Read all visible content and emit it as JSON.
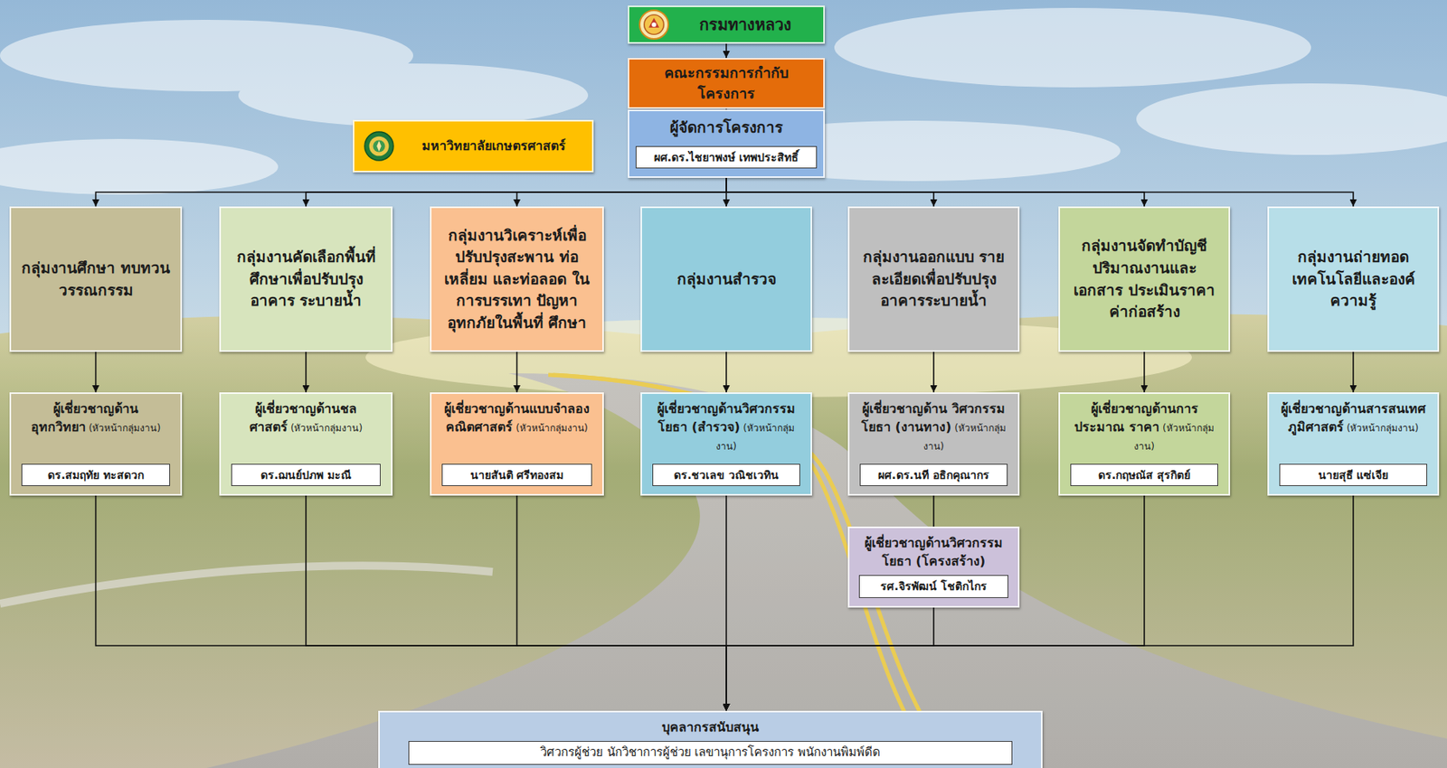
{
  "diagram": {
    "nodes": [
      {
        "text": [
          "กรมทางหลวง"
        ]
      },
      {
        "text": [
          "คณะกรรมการกำกับโครงการ"
        ]
      },
      {
        "text": [
          "ผู้จัดการโครงการ"
        ]
      },
      {
        "text": [
          "ผศ.ดร.ไชยาพงษ์ เทพประสิทธิ์"
        ],
        "in": 2
      },
      {
        "text": [
          "มหาวิทยาลัยเกษตรศาสตร์"
        ]
      },
      {
        "text": [
          "กลุ่มงานศึกษา ทบทวน วรรณกรรม"
        ]
      },
      {
        "text": [
          "กลุ่มงานคัดเลือกพื้นที่ ศึกษาเพื่อปรับปรุงอาคาร ระบายน้ำ"
        ]
      },
      {
        "text": [
          "กลุ่มงานวิเคราะห์เพื่อ ปรับปรุงสะพาน ท่อเหลี่ยม และท่อลอด ในการบรรเทา ปัญหาอุทกภัยในพื้นที่ ศึกษา"
        ]
      },
      {
        "text": [
          "กลุ่มงานสำรวจ"
        ]
      },
      {
        "text": [
          "กลุ่มงานออกแบบ รายละเอียดเพื่อปรับปรุง อาคารระบายน้ำ"
        ]
      },
      {
        "text": [
          "กลุ่มงานจัดทำบัญชี ปริมาณงานและเอกสาร ประเมินราคาค่าก่อสร้าง"
        ]
      },
      {
        "text": [
          "กลุ่มงานถ่ายทอด เทคโนโลยีและองค์ความรู้"
        ]
      },
      {
        "text": [
          "ผู้เชี่ยวชาญด้านอุทกวิทยา",
          "(หัวหน้ากลุ่มงาน)"
        ]
      },
      {
        "text": [
          "ดร.สมฤทัย ทะสดวก"
        ],
        "in": 12
      },
      {
        "text": [
          "ผู้เชี่ยวชาญด้านชลศาสตร์",
          "(หัวหน้ากลุ่มงาน)"
        ]
      },
      {
        "text": [
          "ดร.ฌนย์ปภพ มะณี"
        ],
        "in": 14
      },
      {
        "text": [
          "ผู้เชี่ยวชาญด้านแบบจำลอง คณิตศาสตร์",
          "(หัวหน้ากลุ่มงาน)"
        ]
      },
      {
        "text": [
          "นายสันติ ศรีทองสม"
        ],
        "in": 16
      },
      {
        "text": [
          "ผู้เชี่ยวชาญด้านวิศวกรรมโยธา (สำรวจ)",
          "(หัวหน้ากลุ่มงาน)"
        ]
      },
      {
        "text": [
          "ดร.ชวเลข วณิชเวทิน"
        ],
        "in": 18
      },
      {
        "text": [
          "ผู้เชี่ยวชาญด้าน วิศวกรรมโยธา (งานทาง)",
          "(หัวหน้ากลุ่มงาน)"
        ]
      },
      {
        "text": [
          "ผศ.ดร.นที อธิกคุณากร"
        ],
        "in": 20
      },
      {
        "text": [
          "ผู้เชี่ยวชาญด้านการประมาณ ราคา",
          "(หัวหน้ากลุ่มงาน)"
        ]
      },
      {
        "text": [
          "ดร.กฤษณัส สุรกิตย์"
        ],
        "in": 22
      },
      {
        "text": [
          "ผู้เชี่ยวชาญด้านสารสนเทศ ภูมิศาสตร์",
          "(หัวหน้ากลุ่มงาน)"
        ]
      },
      {
        "text": [
          "นายสุธี แซ่เจีย"
        ],
        "in": 24
      },
      {
        "text": [
          "ผู้เชี่ยวชาญด้านวิศวกรรมโยธา (โครงสร้าง)"
        ]
      },
      {
        "text": [
          "รศ.จิรพัฒน์ โชติกไกร"
        ],
        "in": 26
      },
      {
        "text": [
          "บุคลากรสนับสนุน"
        ]
      },
      {
        "text": [
          "วิศวกรผู้ช่วย นักวิชาการผู้ช่วย เลขานุการโครงการ พนักงานพิมพ์ดีด"
        ],
        "in": 28
      }
    ],
    "edges": [
      {
        "from": 0,
        "to": 1,
        "arrow": "to"
      },
      {
        "from": 1,
        "to": 2,
        "arrow": "to"
      },
      {
        "from": 2,
        "to": 5,
        "arrow": "to"
      },
      {
        "from": 2,
        "to": 6,
        "arrow": "to"
      },
      {
        "from": 2,
        "to": 7,
        "arrow": "to"
      },
      {
        "from": 2,
        "to": 8,
        "arrow": "to"
      },
      {
        "from": 2,
        "to": 9,
        "arrow": "to"
      },
      {
        "from": 2,
        "to": 10,
        "arrow": "to"
      },
      {
        "from": 2,
        "to": 11,
        "arrow": "to"
      },
      {
        "from": 5,
        "to": 12,
        "arrow": "to"
      },
      {
        "from": 6,
        "to": 14,
        "arrow": "to"
      },
      {
        "from": 7,
        "to": 16,
        "arrow": "to"
      },
      {
        "from": 8,
        "to": 18,
        "arrow": "to"
      },
      {
        "from": 9,
        "to": 20,
        "arrow": "to"
      },
      {
        "from": 10,
        "to": 22,
        "arrow": "to"
      },
      {
        "from": 11,
        "to": 24,
        "arrow": "to"
      },
      {
        "from": 20,
        "to": 26,
        "arrow": "none"
      },
      {
        "from": 12,
        "to": 28,
        "arrow": "to"
      },
      {
        "from": 14,
        "to": 28,
        "arrow": "to"
      },
      {
        "from": 16,
        "to": 28,
        "arrow": "to"
      },
      {
        "from": 18,
        "to": 28,
        "arrow": "to"
      },
      {
        "from": 26,
        "to": 28,
        "arrow": "to"
      },
      {
        "from": 22,
        "to": 28,
        "arrow": "to"
      },
      {
        "from": 24,
        "to": 28,
        "arrow": "to"
      }
    ]
  }
}
